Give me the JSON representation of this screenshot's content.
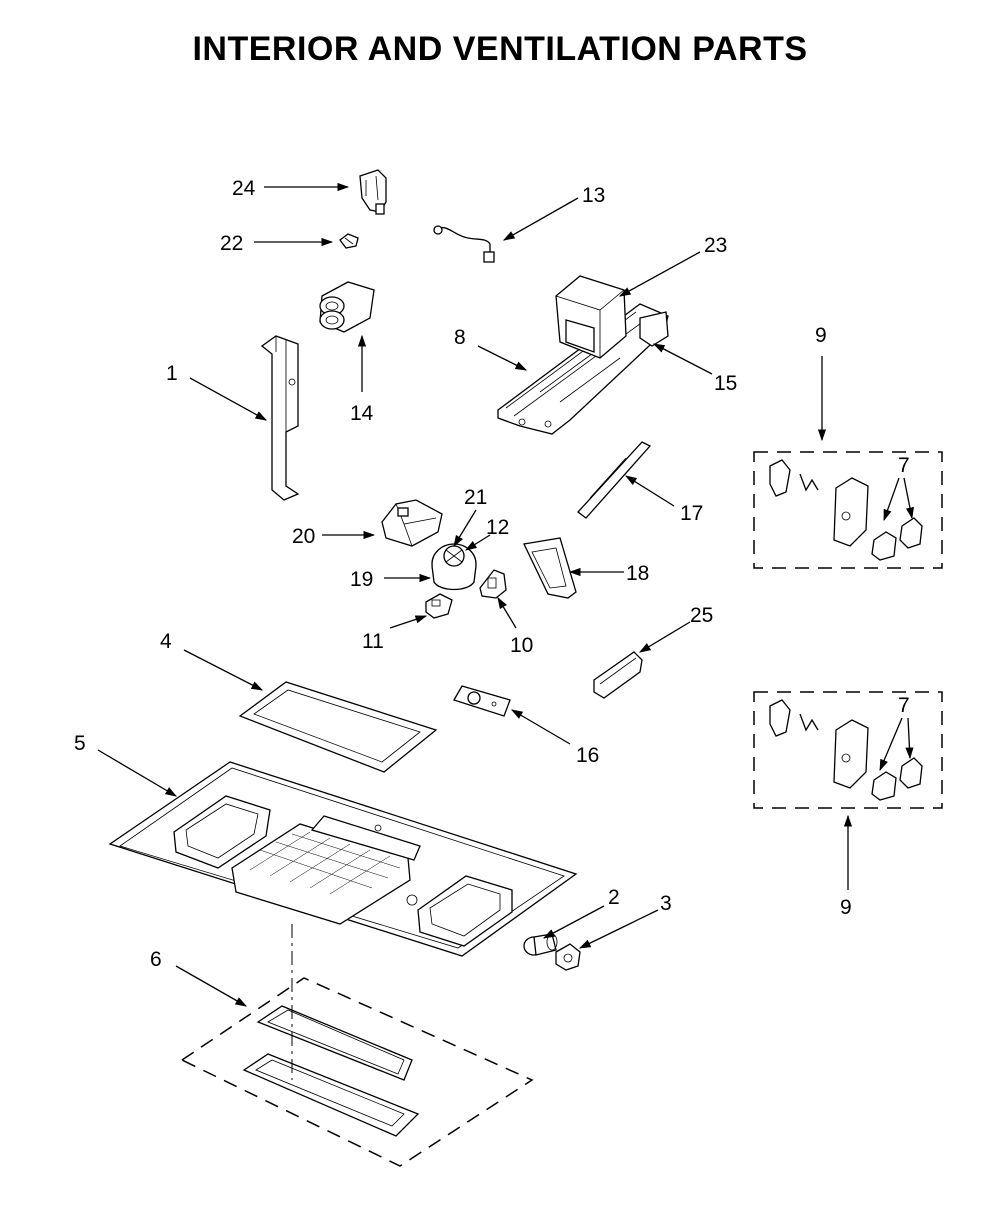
{
  "title": "INTERIOR AND VENTILATION PARTS",
  "callouts": {
    "c1": "1",
    "c2": "2",
    "c3": "3",
    "c4": "4",
    "c5": "5",
    "c6": "6",
    "c7a": "7",
    "c7b": "7",
    "c8": "8",
    "c9a": "9",
    "c9b": "9",
    "c10": "10",
    "c11": "11",
    "c12": "12",
    "c13": "13",
    "c14": "14",
    "c15": "15",
    "c16": "16",
    "c17": "17",
    "c18": "18",
    "c19": "19",
    "c20": "20",
    "c21": "21",
    "c22": "22",
    "c23": "23",
    "c24": "24",
    "c25": "25"
  }
}
